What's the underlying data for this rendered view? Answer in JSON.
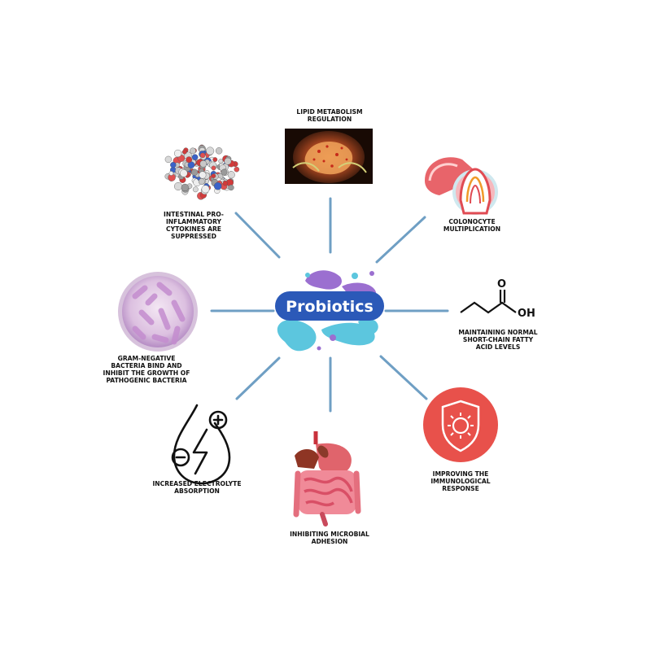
{
  "center": {
    "label": "Probiotics"
  },
  "colors": {
    "spoke": "#6f9fc4",
    "center_bubble": "#2b59b8",
    "splash_cyan": "#5cc6de",
    "splash_purple": "#9b6fd0",
    "shield_red": "#e8514b",
    "petri_purple": "#c8a0d6"
  },
  "items": [
    {
      "id": "lipid",
      "label": "LIPID METABOLISM\nREGULATION",
      "icon": "liver-scan-icon"
    },
    {
      "id": "colonocyte",
      "label": "COLONOCYTE\nMULTIPLICATION",
      "icon": "artery-icon"
    },
    {
      "id": "scfa",
      "label": "MAINTAINING NORMAL\nSHORT-CHAIN FATTY\nACID LEVELS",
      "icon": "butyric-acid-structure-icon",
      "formula_text": "OH",
      "formula_o": "O"
    },
    {
      "id": "immune",
      "label": "IMPROVING THE\nIMMUNOLOGICAL\nRESPONSE",
      "icon": "virus-shield-icon"
    },
    {
      "id": "adhesion",
      "label": "INHIBITING MICROBIAL\nADHESION",
      "icon": "digestive-system-icon"
    },
    {
      "id": "electrolyte",
      "label": "INCREASED ELECTROLYTE\nABSORPTION",
      "icon": "electrolyte-drop-icon"
    },
    {
      "id": "gramneg",
      "label": "GRAM-NEGATIVE\nBACTERIA BIND AND\nINHIBIT THE GROWTH OF\nPATHOGENIC BACTERIA",
      "icon": "petri-dish-icon"
    },
    {
      "id": "cytokines",
      "label": "INTESTINAL PRO-\nINFLAMMATORY\nCYTOKINES ARE\nSUPPRESSED",
      "icon": "protein-molecule-icon"
    }
  ]
}
